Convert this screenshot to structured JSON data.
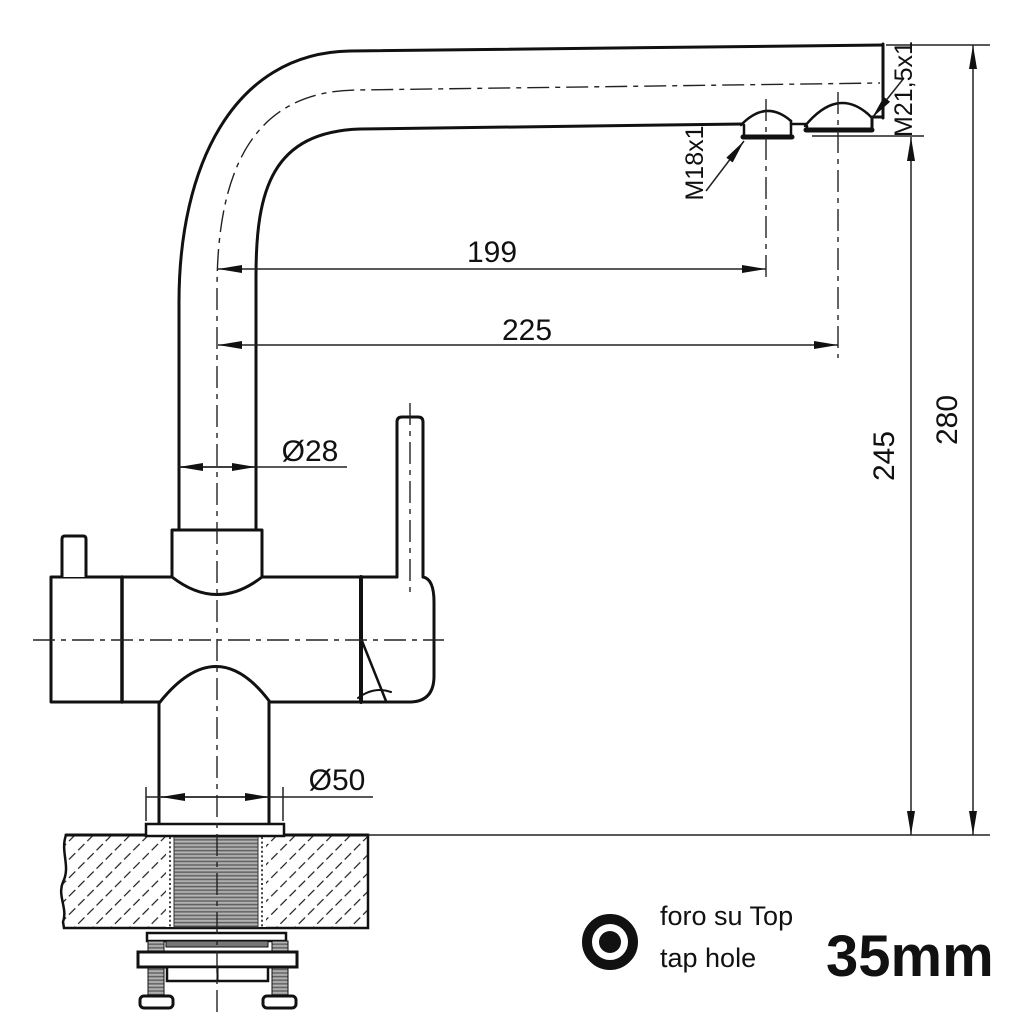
{
  "drawing": {
    "title_hint": "faucet-installation-dimension-drawing",
    "dimensions": {
      "spout_reach_1": "199",
      "spout_reach_2": "225",
      "pipe_diameter": "Ø28",
      "base_diameter": "Ø50",
      "spout_height": "245",
      "total_height": "280"
    },
    "threads": {
      "outlet_left": "M18x1",
      "outlet_right": "M21,5x1"
    },
    "legend": {
      "line1_it": "foro su Top",
      "line2_en": "tap hole",
      "hole_size": "35mm"
    },
    "colors": {
      "line": "#111111",
      "background": "#ffffff",
      "thread_fill": "#9b9b9b"
    }
  }
}
